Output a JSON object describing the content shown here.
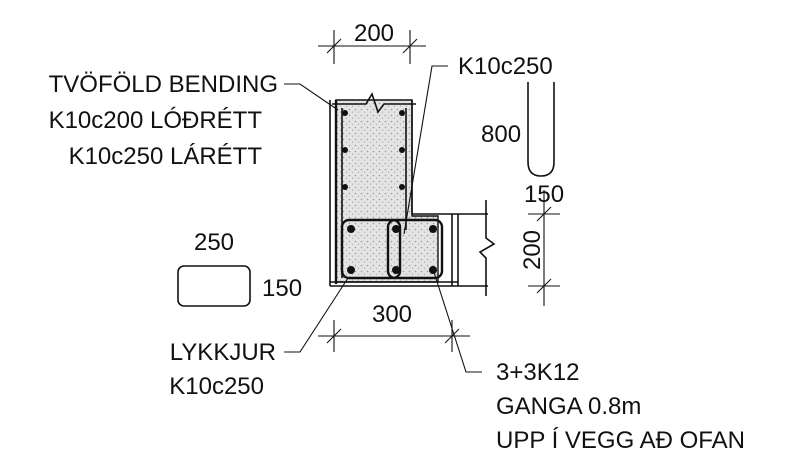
{
  "labels": {
    "double_bending": "TVÖFÖLD BENDING",
    "vertical_bars": "K10c200 LÓÐRÉTT",
    "horizontal_bars": "K10c250 LÁRÉTT",
    "top_right_bars": "K10c250",
    "loops_title": "LYKKJUR",
    "loops_bars": "K10c250",
    "bottom_bars": "3+3K12",
    "lap": "GANGA 0.8m",
    "into_wall": "UPP Í VEGG AÐ OFAN"
  },
  "dimensions": {
    "wall_width": "200",
    "footing_width": "300",
    "loop_length": "800",
    "step_height": "150",
    "footing_height": "200",
    "stirrup_width": "250",
    "stirrup_height": "150"
  }
}
